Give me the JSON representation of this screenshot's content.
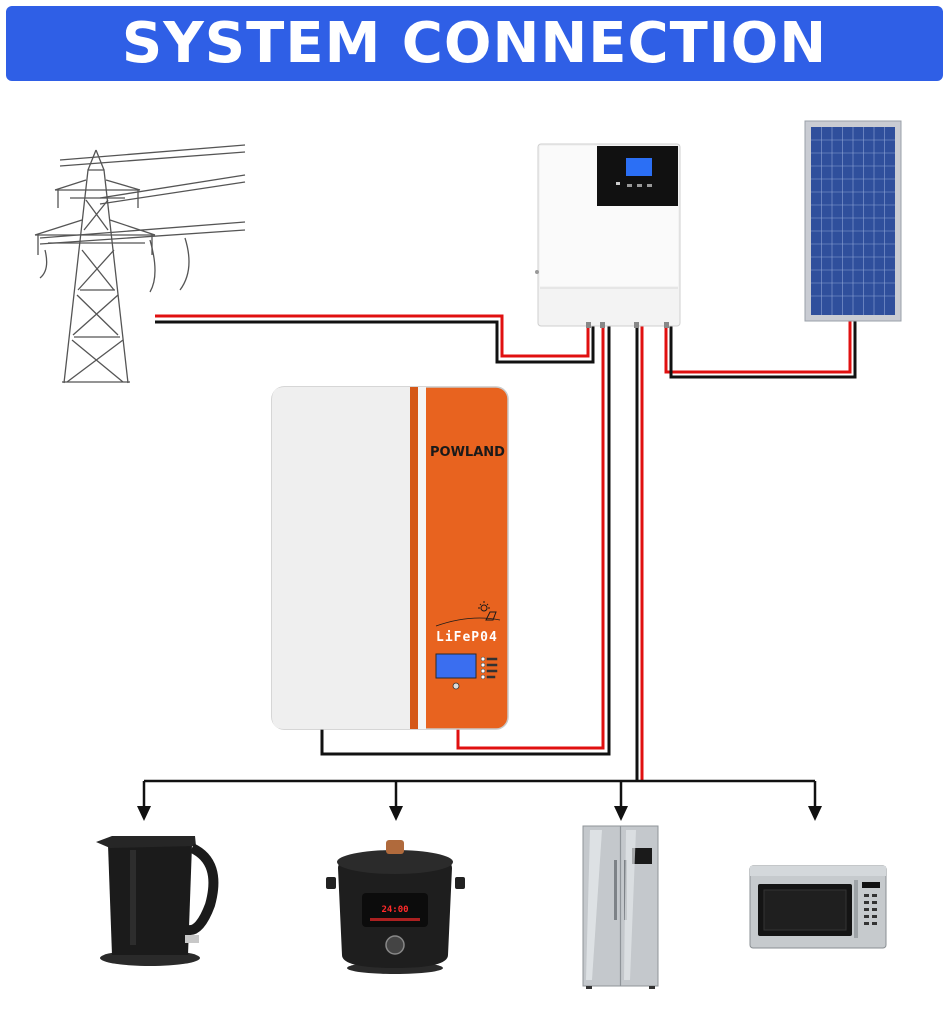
{
  "header": {
    "title": "SYSTEM CONNECTION"
  },
  "battery": {
    "brand": "POWLAND",
    "chemistry": "LiFeP04"
  },
  "appliances": {
    "cooker_display": "24:00"
  },
  "colors": {
    "banner": "#2f5fe6",
    "battery_orange": "#e8631f",
    "wire_red": "#e01010",
    "wire_black": "#111111"
  },
  "icons": [
    "transmission-tower-icon",
    "inverter-icon",
    "solar-panel-icon",
    "battery-icon",
    "kettle-icon",
    "rice-cooker-icon",
    "refrigerator-icon",
    "microwave-icon"
  ]
}
